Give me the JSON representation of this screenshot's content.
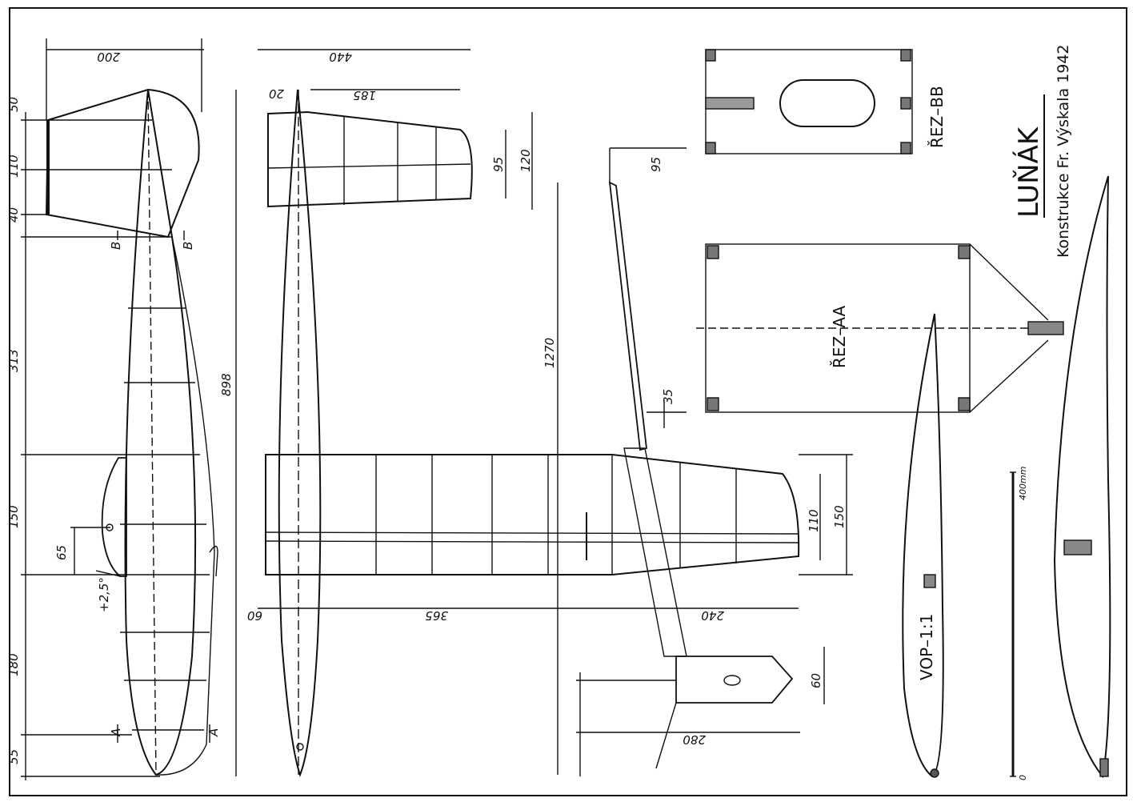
{
  "title": "LUŇÁK",
  "subtitle": "Konstrukce Fr. Výskala 1942",
  "section_bb": "ŘEZ–BB",
  "section_aa": "ŘEZ–AA",
  "profile": "VOP–1:1",
  "scale": {
    "top": "400mm",
    "bottom": "0"
  },
  "markers": {
    "a1": "A",
    "a2": "A",
    "b1": "B",
    "b2": "B"
  },
  "side_view": {
    "d200": "200",
    "d50": "50",
    "d110": "110",
    "d40": "40",
    "d313": "313",
    "d150": "150",
    "d65": "65",
    "d180": "180",
    "d55": "55",
    "d898": "898",
    "angle": "+2,5°"
  },
  "top_view": {
    "d440": "440",
    "d185": "185",
    "d20": "20",
    "d95": "95",
    "d120": "120",
    "d365": "365",
    "d60": "60",
    "d240": "240",
    "d110": "110",
    "d150": "150"
  },
  "front_view": {
    "d95": "95",
    "d1270": "1270",
    "d35": "35",
    "d60": "60",
    "d280": "280"
  }
}
